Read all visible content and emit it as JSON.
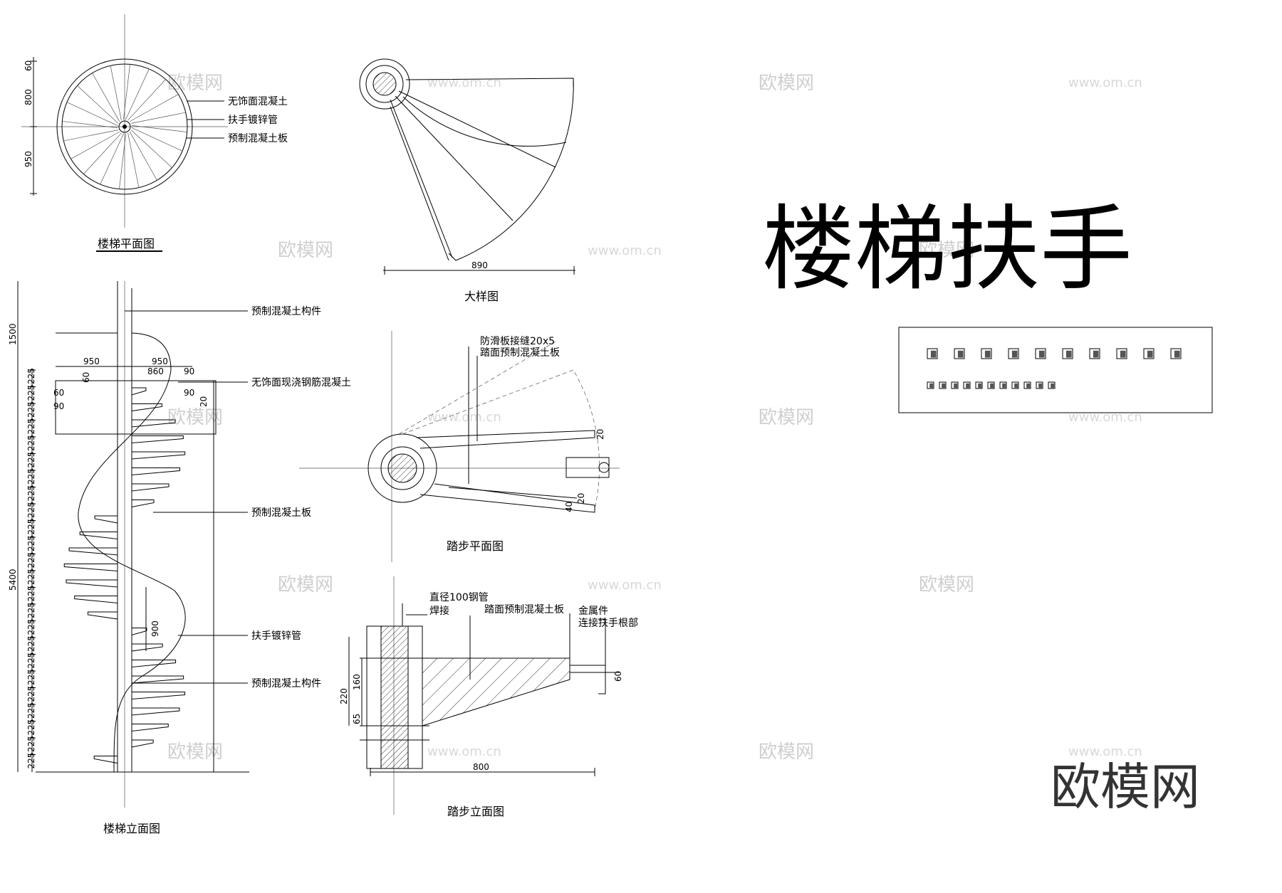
{
  "title": "楼梯扶手",
  "logo": "欧模网",
  "watermarks": {
    "brand": "欧模网",
    "site": "www.om.cn"
  },
  "plan": {
    "caption": "楼梯平面图",
    "labels": [
      "无饰面混凝土",
      "扶手镀锌管",
      "预制混凝土板"
    ],
    "dims": [
      "60",
      "800",
      "950"
    ]
  },
  "detail": {
    "caption": "大样图",
    "dim": "890"
  },
  "elevation": {
    "caption": "楼梯立面图",
    "labels": [
      "预制混凝土构件",
      "无饰面现浇钢筋混凝土",
      "预制混凝土板",
      "扶手镀锌管",
      "预制混凝土构件"
    ],
    "dims_top": [
      "950",
      "950",
      "860",
      "90",
      "60",
      "90",
      "60",
      "90",
      "20"
    ],
    "dim_total_top": "1500",
    "dim_total": "5400",
    "dim_rail": "900",
    "riser": "225",
    "riser_count": 24
  },
  "step_plan": {
    "caption": "踏步平面图",
    "labels": [
      "防滑板接缝20x5",
      "踏面预制混凝土板"
    ],
    "dims": [
      "20",
      "40",
      "20"
    ]
  },
  "step_elev": {
    "caption": "踏步立面图",
    "labels": [
      "直径100钢管",
      "焊接",
      "踏面预制混凝土板",
      "金属件",
      "连接扶手根部"
    ],
    "dims": [
      "220",
      "160",
      "65",
      "60",
      "800"
    ]
  },
  "icon_panel": {
    "row1_count": 10,
    "row2_count": 11
  },
  "colors": {
    "line": "#000000",
    "watermark": "#cfcfcf"
  }
}
